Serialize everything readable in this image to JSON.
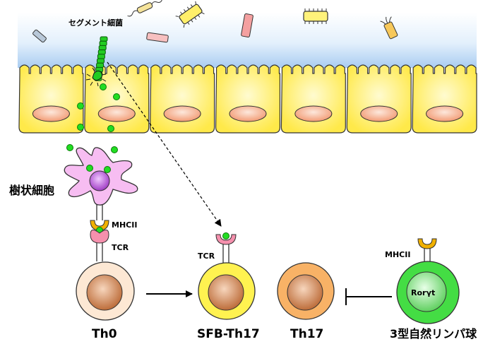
{
  "labels": {
    "segmented_bacteria": "セグメント細菌",
    "dendritic_cell": "樹状細胞",
    "mhcii_dc": "MHCII",
    "tcr_th0": "TCR",
    "tcr_sfb": "TCR",
    "mhcii_ilc3": "MHCII",
    "th0": "Th0",
    "sfb_th17": "SFB-Th17",
    "th17": "Th17",
    "ilc3": "3型自然リンパ球",
    "rorgt": "Rorγt"
  },
  "colors": {
    "lumen": "#d6e8fa",
    "epithelial_cell": "#fff46e",
    "nucleus": "#f7a887",
    "bacteria_green": "#22cc22",
    "antigen": "#22dd22",
    "dendritic_cell": "#f5b8f0",
    "dc_nucleus": "#b040d0",
    "mhcii": "#f0b000",
    "tcr": "#f08aa8",
    "th0": "#fde8d4",
    "sfb_th17": "#fff250",
    "th17": "#f8b266",
    "ilc3": "#44dd44",
    "cell_nucleus": "#c87040"
  },
  "diagram": {
    "epithelial_cell_count": 7,
    "arrows": [
      {
        "from": "segmented-bacteria",
        "to": "sfb-th17-tcr",
        "style": "dashed"
      },
      {
        "from": "th0-cell",
        "to": "sfb-th17-cell",
        "style": "solid"
      },
      {
        "from": "ilc3-cell",
        "to": "th17-cell",
        "style": "inhibition"
      }
    ]
  }
}
